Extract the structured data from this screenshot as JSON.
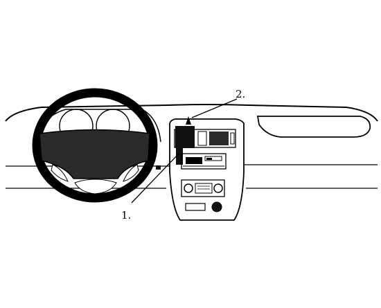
{
  "diagram": {
    "callouts": [
      {
        "id": "1",
        "label": "1."
      },
      {
        "id": "2",
        "label": "2."
      }
    ]
  },
  "colors": {
    "line": "#000000",
    "fill_dark": "#111111",
    "fill_mid": "#2a2a2a",
    "background": "#ffffff"
  },
  "icons": {
    "vent": "air-vent-icon",
    "mount": "mounting-bracket-icon",
    "knob": "control-knob-icon"
  }
}
